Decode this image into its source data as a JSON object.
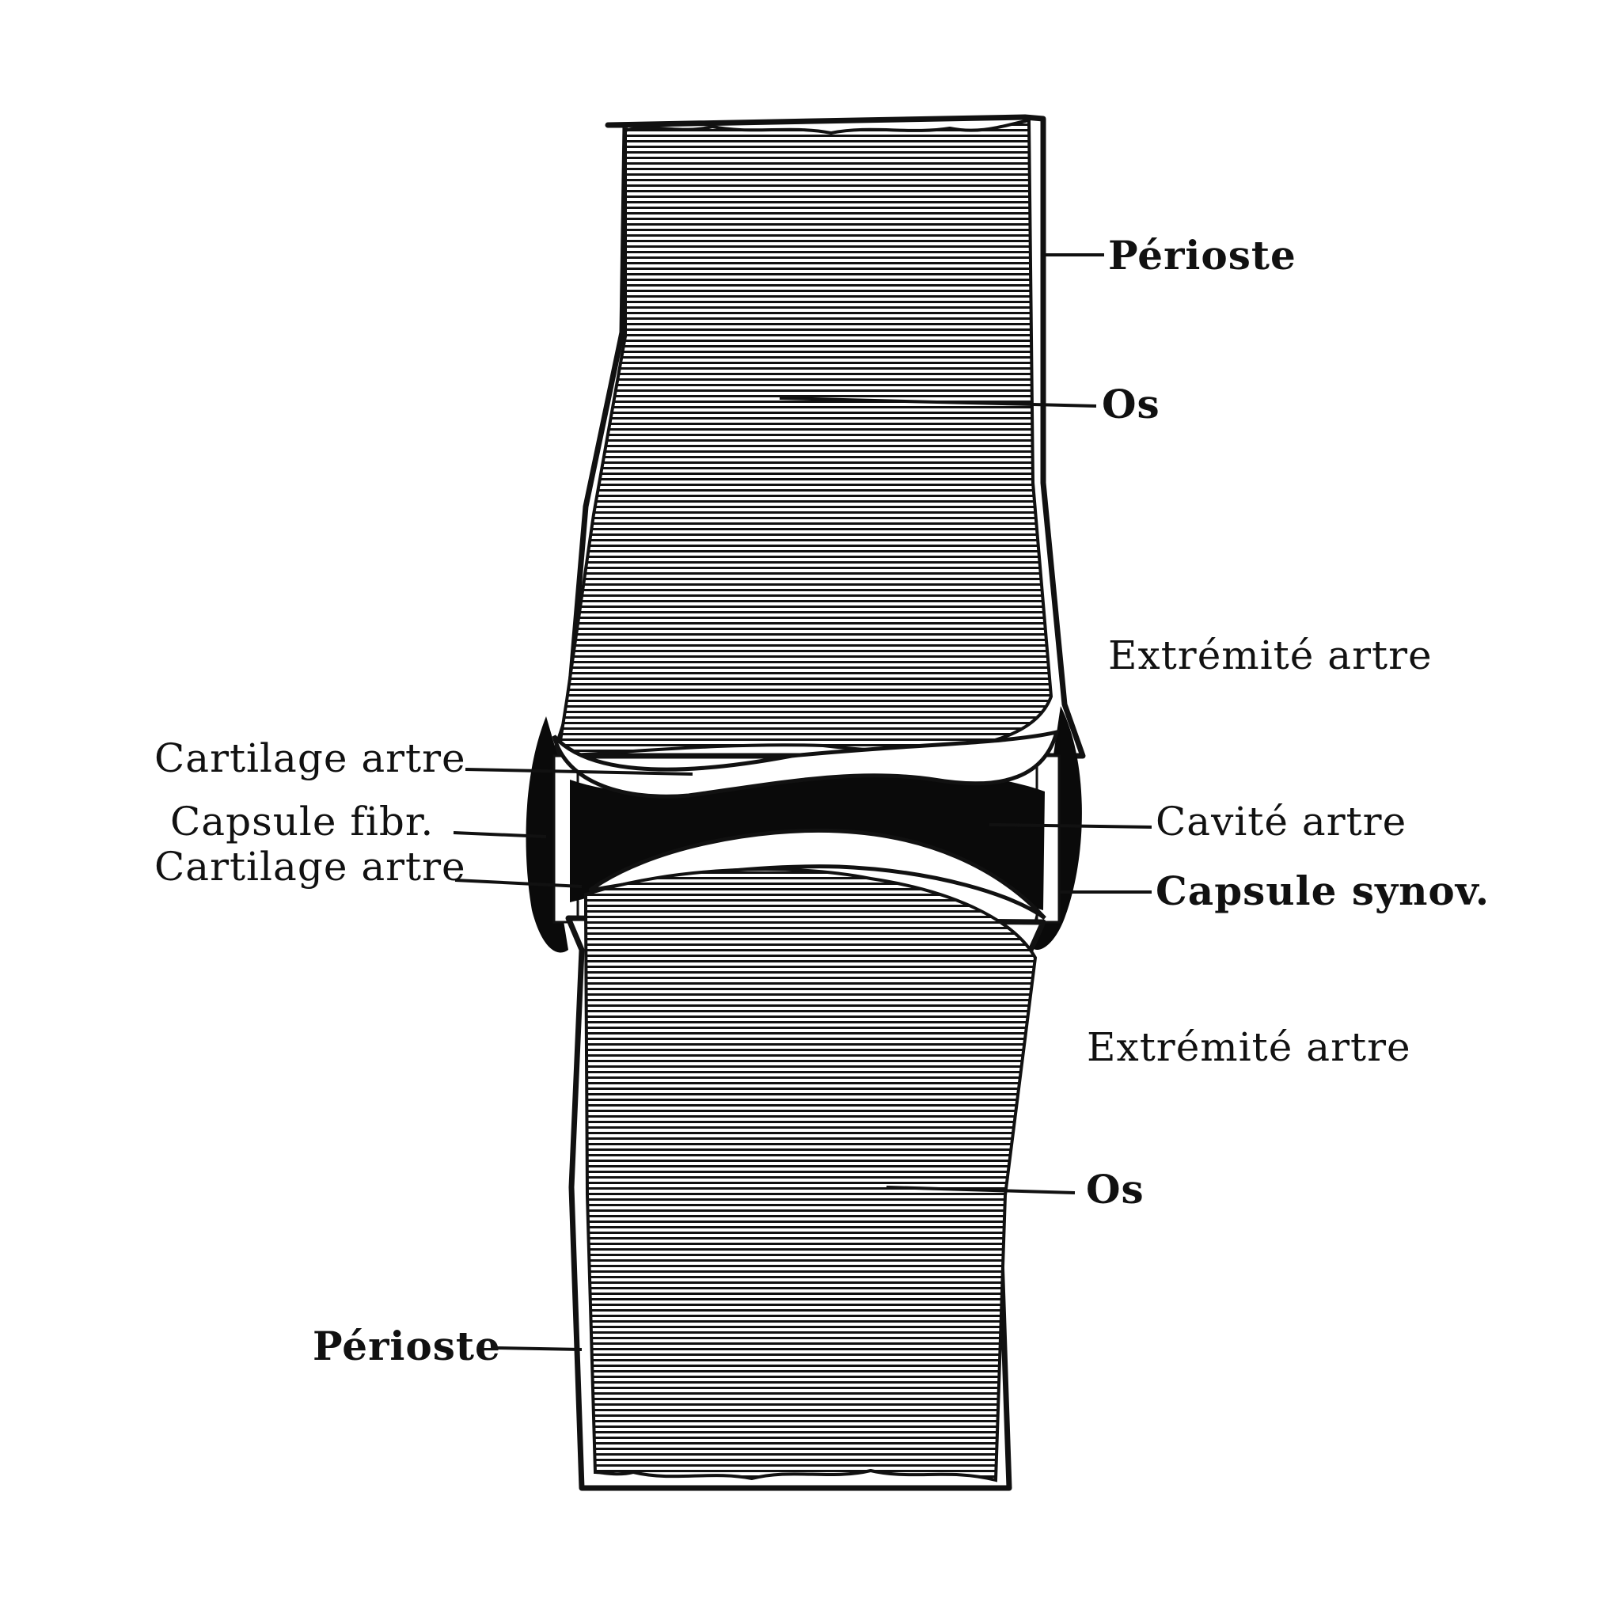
{
  "labels": {
    "perioste_top": "Périoste",
    "os_top": "Os",
    "extremite_top": "Extrémité artre",
    "cartilage_left_top": "Cartilage artre",
    "capsule_fibr": "Capsule fibr.",
    "cartilage_left_bottom": "Cartilage artre",
    "cavite": "Cavité artre",
    "capsule_synov": "Capsule synov.",
    "extremite_bottom": "Extrémité artre",
    "os_bottom": "Os",
    "perioste_bottom": "Périoste"
  },
  "colors": {
    "ink": "#111111",
    "paper": "#ffffff"
  }
}
